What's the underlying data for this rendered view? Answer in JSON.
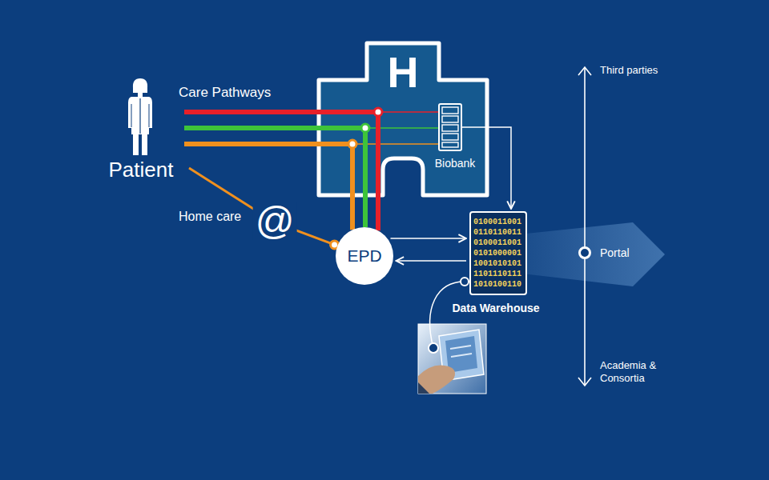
{
  "diagram": {
    "nodes": [
      {
        "text": [
          "Patient"
        ]
      },
      {
        "text": [
          "H"
        ]
      },
      {
        "text": [
          "Biobank"
        ],
        "in": 1
      },
      {
        "text": [
          "EPD"
        ]
      },
      {
        "text": [
          "0100011001 0110110011 0100011001 0101000001 1001010101 1101110111 1010100110",
          "Data Warehouse"
        ]
      },
      {
        "text": [
          "Portal"
        ]
      }
    ],
    "edges": [
      {
        "from": 0,
        "to": 3,
        "arrow": "none"
      },
      {
        "from": 0,
        "to": 3,
        "arrow": "none"
      },
      {
        "from": 0,
        "to": 3,
        "arrow": "none"
      },
      {
        "from": 0,
        "to": 3,
        "arrow": "none",
        "label": "@"
      },
      {
        "from": 2,
        "to": 4,
        "arrow": "to"
      },
      {
        "from": 3,
        "to": 4,
        "arrow": "to"
      },
      {
        "from": 4,
        "to": 3,
        "arrow": "to"
      }
    ],
    "labels": [
      "Care Pathways",
      "Home care",
      "Third parties",
      "Academia & Consortia"
    ]
  }
}
